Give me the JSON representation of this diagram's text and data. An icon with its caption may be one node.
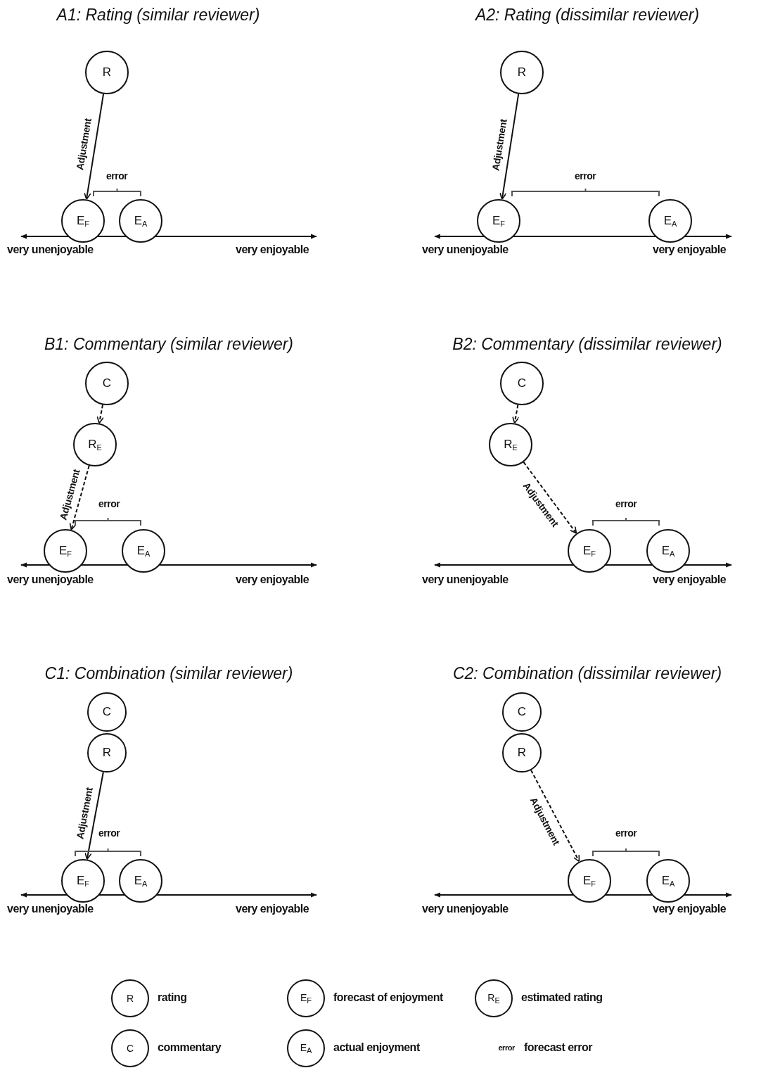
{
  "diagram": {
    "nodes": [
      {
        "text": [
          "R"
        ]
      },
      {
        "text": [
          "E$_{F}$"
        ]
      },
      {
        "text": [
          "E$_{A}$"
        ]
      },
      {
        "text": [
          "R"
        ]
      },
      {
        "text": [
          "E$_{F}$"
        ]
      },
      {
        "text": [
          "E$_{A}$"
        ]
      },
      {
        "text": [
          "C"
        ]
      },
      {
        "text": [
          "R$_{E}$"
        ]
      },
      {
        "text": [
          "E$_{F}$"
        ]
      },
      {
        "text": [
          "E$_{A}$"
        ]
      },
      {
        "text": [
          "C"
        ]
      },
      {
        "text": [
          "R$_{E}$"
        ]
      },
      {
        "text": [
          "E$_{F}$"
        ]
      },
      {
        "text": [
          "E$_{A}$"
        ]
      },
      {
        "text": [
          "C"
        ]
      },
      {
        "text": [
          "R"
        ]
      },
      {
        "text": [
          "E$_{F}$"
        ]
      },
      {
        "text": [
          "E$_{A}$"
        ]
      },
      {
        "text": [
          "C"
        ]
      },
      {
        "text": [
          "R"
        ]
      },
      {
        "text": [
          "E$_{F}$"
        ]
      },
      {
        "text": [
          "E$_{A}$"
        ]
      },
      {
        "text": [
          "R"
        ],
        "beside": [
          "rating"
        ]
      },
      {
        "text": [
          "E$_{F}$"
        ],
        "beside": [
          "forecast of enjoyment"
        ]
      },
      {
        "text": [
          "R$_{E}$"
        ],
        "beside": [
          "estimated rating"
        ]
      },
      {
        "text": [
          "C"
        ],
        "beside": [
          "commentary"
        ]
      },
      {
        "text": [
          "E$_{A}$"
        ],
        "beside": [
          "actual enjoyment"
        ]
      }
    ],
    "edges": [
      {
        "from": 0,
        "to": 1,
        "arrow": "to",
        "label": "Adjustment"
      },
      {
        "from": 3,
        "to": 4,
        "arrow": "to",
        "label": "Adjustment"
      },
      {
        "from": 6,
        "to": 7,
        "arrow": "to",
        "style": "dashed"
      },
      {
        "from": 7,
        "to": 8,
        "arrow": "to",
        "style": "dashed",
        "label": "Adjustment"
      },
      {
        "from": 10,
        "to": 11,
        "arrow": "to",
        "style": "dashed"
      },
      {
        "from": 11,
        "to": 12,
        "arrow": "to",
        "style": "dashed",
        "label": "Adjustment"
      },
      {
        "from": 15,
        "to": 16,
        "arrow": "to",
        "label": "Adjustment"
      },
      {
        "from": 19,
        "to": 20,
        "arrow": "to",
        "style": "dashed",
        "label": "Adjustment"
      }
    ],
    "labels": [
      "A1: Rating (similar reviewer)",
      "A2: Rating (dissimilar reviewer)",
      "error",
      "very unenjoyable",
      "very enjoyable",
      "error",
      "very unenjoyable",
      "very enjoyable",
      "B1: Commentary (similar reviewer)",
      "B2: Commentary (dissimilar reviewer)",
      "error",
      "very unenjoyable",
      "very enjoyable",
      "error",
      "very unenjoyable",
      "very enjoyable",
      "C1: Combination (similar reviewer)",
      "C2: Combination (dissimilar reviewer)",
      "error",
      "very unenjoyable",
      "very enjoyable",
      "error",
      "very unenjoyable",
      "very enjoyable",
      "error",
      "forecast error"
    ]
  }
}
